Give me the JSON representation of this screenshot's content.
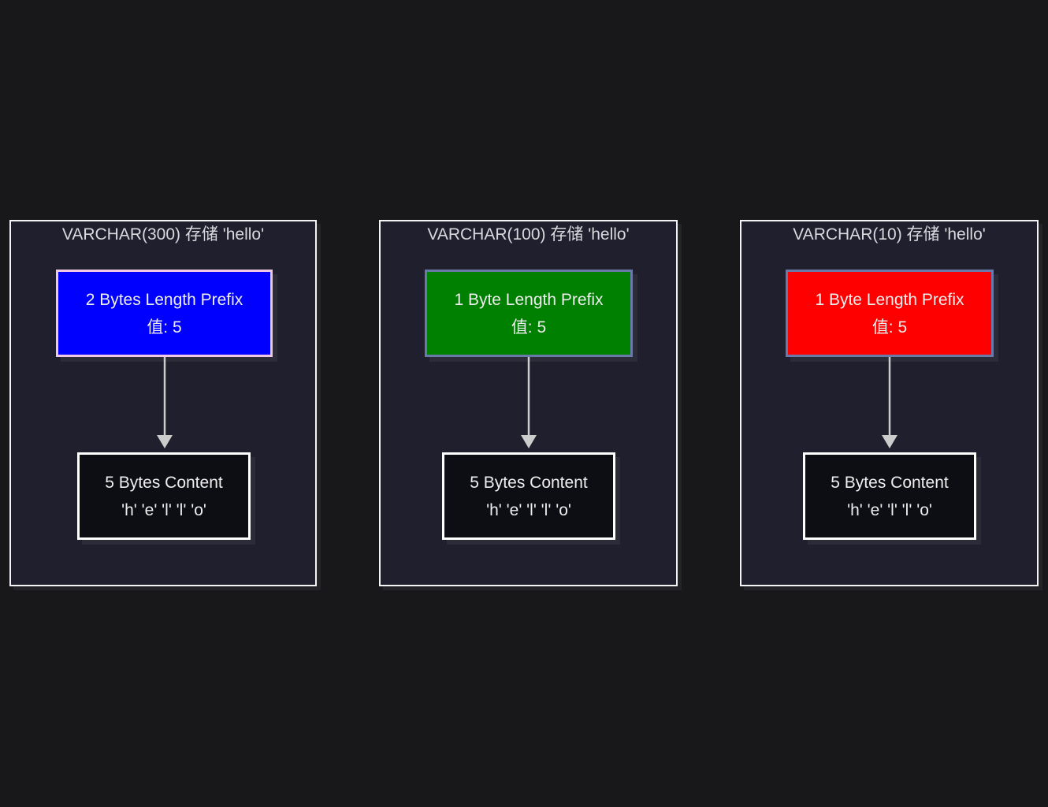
{
  "diagram": {
    "clusters": [
      {
        "title": "VARCHAR(300) 存储 'hello'",
        "prefix": {
          "line1": "2 Bytes Length Prefix",
          "line2": "值: 5",
          "fill": "#0000ff",
          "border": "#f0c8e6"
        },
        "content": {
          "line1": "5 Bytes Content",
          "line2": "'h' 'e' 'l' 'l' 'o'"
        }
      },
      {
        "title": "VARCHAR(100) 存储 'hello'",
        "prefix": {
          "line1": "1 Byte Length Prefix",
          "line2": "值: 5",
          "fill": "#008000",
          "border": "#6a7aa8"
        },
        "content": {
          "line1": "5 Bytes Content",
          "line2": "'h' 'e' 'l' 'l' 'o'"
        }
      },
      {
        "title": "VARCHAR(10) 存储 'hello'",
        "prefix": {
          "line1": "1 Byte Length Prefix",
          "line2": "值: 5",
          "fill": "#ff0000",
          "border": "#6a7aa8"
        },
        "content": {
          "line1": "5 Bytes Content",
          "line2": "'h' 'e' 'l' 'l' 'o'"
        }
      }
    ],
    "colors": {
      "background": "#18181a",
      "cluster_fill": "#1f1f2e",
      "content_fill": "#0d0d14",
      "edge": "#cccccc"
    }
  }
}
